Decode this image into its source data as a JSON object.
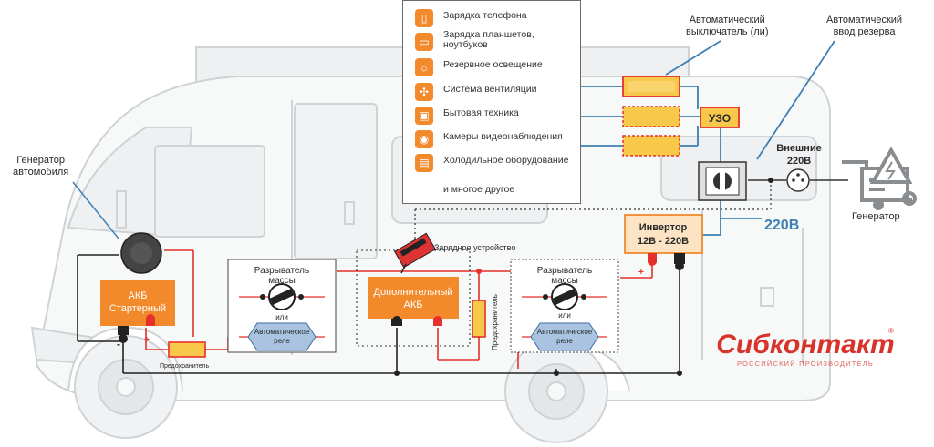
{
  "colors": {
    "orange": "#f28a2c",
    "yellow": "#f7c84a",
    "red": "#e5312b",
    "blue_wire": "#3f7fb3",
    "black_wire": "#222222",
    "van_outline": "#cfd3d6",
    "brand_red": "#d9322b"
  },
  "panel": {
    "items": [
      {
        "label": "Зарядка телефона",
        "icon": "phone-icon"
      },
      {
        "label": "Зарядка планшетов,\nноутбуков",
        "icon": "tablet-icon"
      },
      {
        "label": "Резервное освещение",
        "icon": "bulb-icon"
      },
      {
        "label": "Система вентиляции",
        "icon": "fan-icon"
      },
      {
        "label": "Бытовая техника",
        "icon": "tv-icon"
      },
      {
        "label": "Камеры видеонаблюдения",
        "icon": "camera-icon"
      },
      {
        "label": "Холодильное оборудование",
        "icon": "fridge-icon"
      },
      {
        "label": "и многое другое",
        "icon": ""
      }
    ]
  },
  "labels": {
    "alternator": "Генератор\nавтомобиля",
    "breakers": "Автоматический\nвыключатель (ли)",
    "ats": "Автоматический\nввод резерва",
    "rcd": "УЗО",
    "external": "Внешние\n220В",
    "generator": "Генератор",
    "inverter": "Инвертор\n12В - 220В",
    "v220": "220В",
    "starter_battery": "АКБ\nСтартерный",
    "disconnect1": "Разрыватель\nмассы",
    "disconnect2": "Разрыватель\nмассы",
    "or1": "или",
    "or2": "или",
    "relay1": "Автоматическое\nреле",
    "relay2": "Автоматическое\nреле",
    "aux_battery": "Дополнительный\nАКБ",
    "charger": "Зарядное устройство",
    "fuse_v": "Предохранитель",
    "fuse_h": "Предохранитель",
    "plus": "+",
    "minus": "-"
  },
  "brand": {
    "name": "Сибконтакт",
    "tagline": "РОССИЙСКИЙ ПРОИЗВОДИТЕЛЬ",
    "reg": "®"
  }
}
